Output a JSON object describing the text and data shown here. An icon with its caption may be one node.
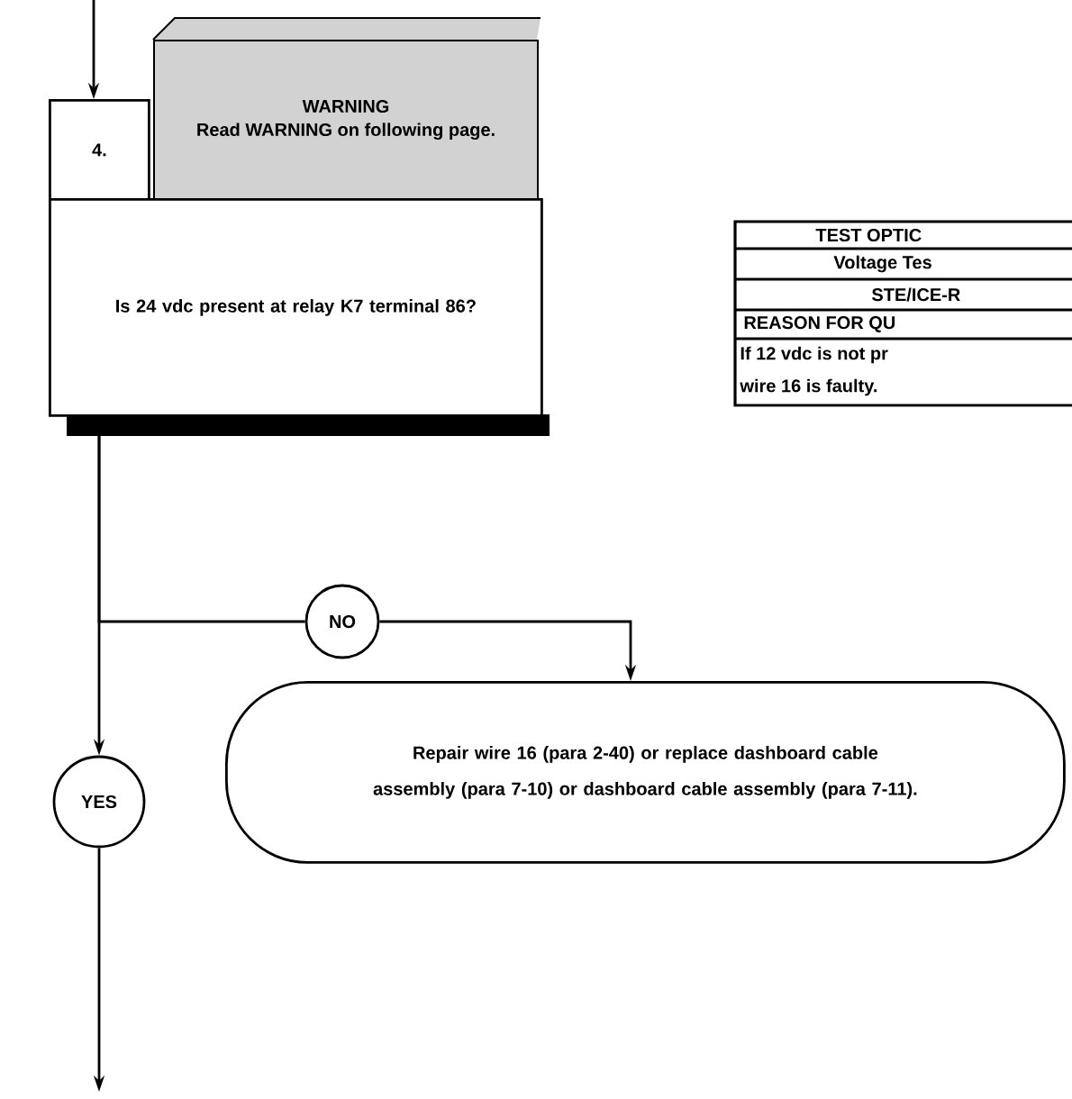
{
  "diagram": {
    "nodes": [
      {
        "text": [
          "4."
        ]
      },
      {
        "text": [
          "WARNING",
          "Read WARNING on following page."
        ]
      },
      {
        "text": [
          "Is 24 vdc present at relay K7 terminal 86?"
        ]
      },
      {
        "text": [
          "NO"
        ]
      },
      {
        "text": [
          "Repair wire 16 (para 2-40) or replace dashboard cable assembly (para 7-10) or dashboard cable assembly (para 7-11)."
        ]
      },
      {
        "text": [
          "YES"
        ]
      }
    ],
    "edges": [
      {
        "from": null,
        "to": 0,
        "arrow": "to"
      },
      {
        "from": 2,
        "to": 3,
        "arrow": "none"
      },
      {
        "from": 3,
        "to": 4,
        "arrow": "to"
      },
      {
        "from": 2,
        "to": 5,
        "arrow": "to"
      },
      {
        "from": 5,
        "to": null,
        "arrow": "to"
      }
    ],
    "labels": [
      "TEST OPTIC",
      "Voltage Tes",
      "STE/ICE-R",
      "REASON FOR QU",
      "If 12 vdc is not pr",
      "wire 16 is faulty."
    ]
  }
}
